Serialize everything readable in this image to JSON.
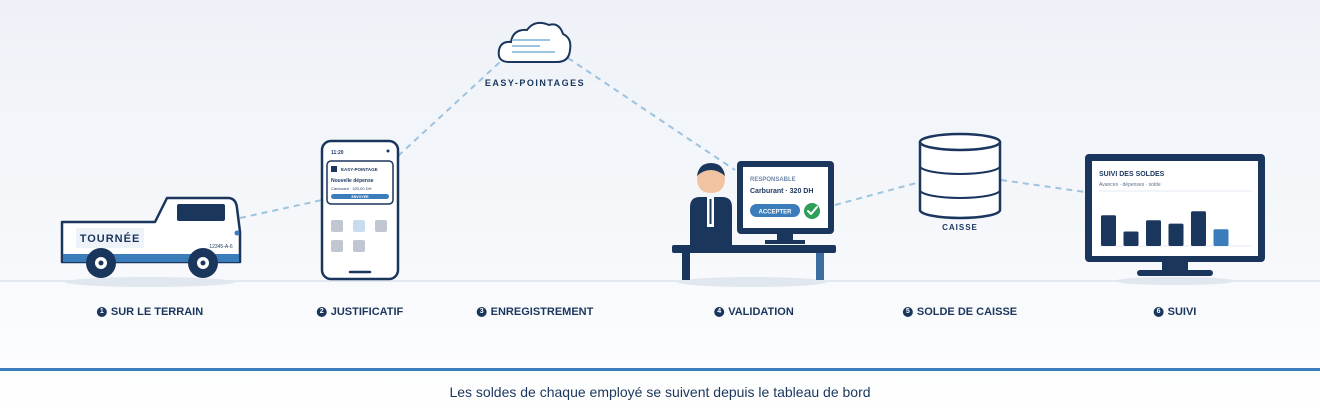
{
  "cloud": {
    "label": "EASY-POINTAGES"
  },
  "truck": {
    "label": "TOURNÉE",
    "plate": "12345-A-6"
  },
  "phone": {
    "time": "11:20",
    "app_name": "EASY-POINTAGE",
    "card_title": "Nouvelle dépense",
    "card_detail": "Carburant · 320,00 DH",
    "send_label": "ENVOYER"
  },
  "validation": {
    "role": "RESPONSABLE",
    "item": "Carburant · 320 DH",
    "accept_label": "ACCEPTER"
  },
  "cash": {
    "label": "CAISSE"
  },
  "dashboard": {
    "title": "SUIVI DES SOLDES",
    "subtitle": "Avances · dépenses · solde",
    "bars": [
      0.55,
      0.26,
      0.46,
      0.4,
      0.62,
      0.3
    ]
  },
  "steps": [
    {
      "num": "1",
      "label": "SUR LE TERRAIN"
    },
    {
      "num": "2",
      "label": "JUSTIFICATIF"
    },
    {
      "num": "3",
      "label": "ENREGISTREMENT"
    },
    {
      "num": "4",
      "label": "VALIDATION"
    },
    {
      "num": "5",
      "label": "SOLDE DE CAISSE"
    },
    {
      "num": "6",
      "label": "SUIVI"
    }
  ],
  "caption": "Les soldes de chaque employé se suivent depuis le tableau de bord",
  "colors": {
    "navy": "#1b365d",
    "blue": "#3b7dba",
    "light_blue": "#9ec3de",
    "green": "#2e9e5b",
    "skin": "#f2c3a0"
  }
}
